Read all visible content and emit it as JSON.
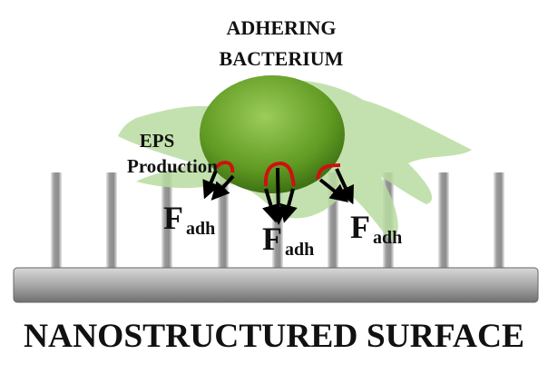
{
  "title_line1": "ADHERING",
  "title_line2": "BACTERIUM",
  "eps_line1": "EPS",
  "eps_line2": "Production",
  "force_main": "F",
  "force_sub": "adh",
  "surface_label": "NANOSTRUCTURED SURFACE",
  "colors": {
    "bacterium": "#6aa526",
    "eps": "#b8dca0",
    "pillar": "#9a9a9a",
    "adhesin": "#d01010"
  }
}
